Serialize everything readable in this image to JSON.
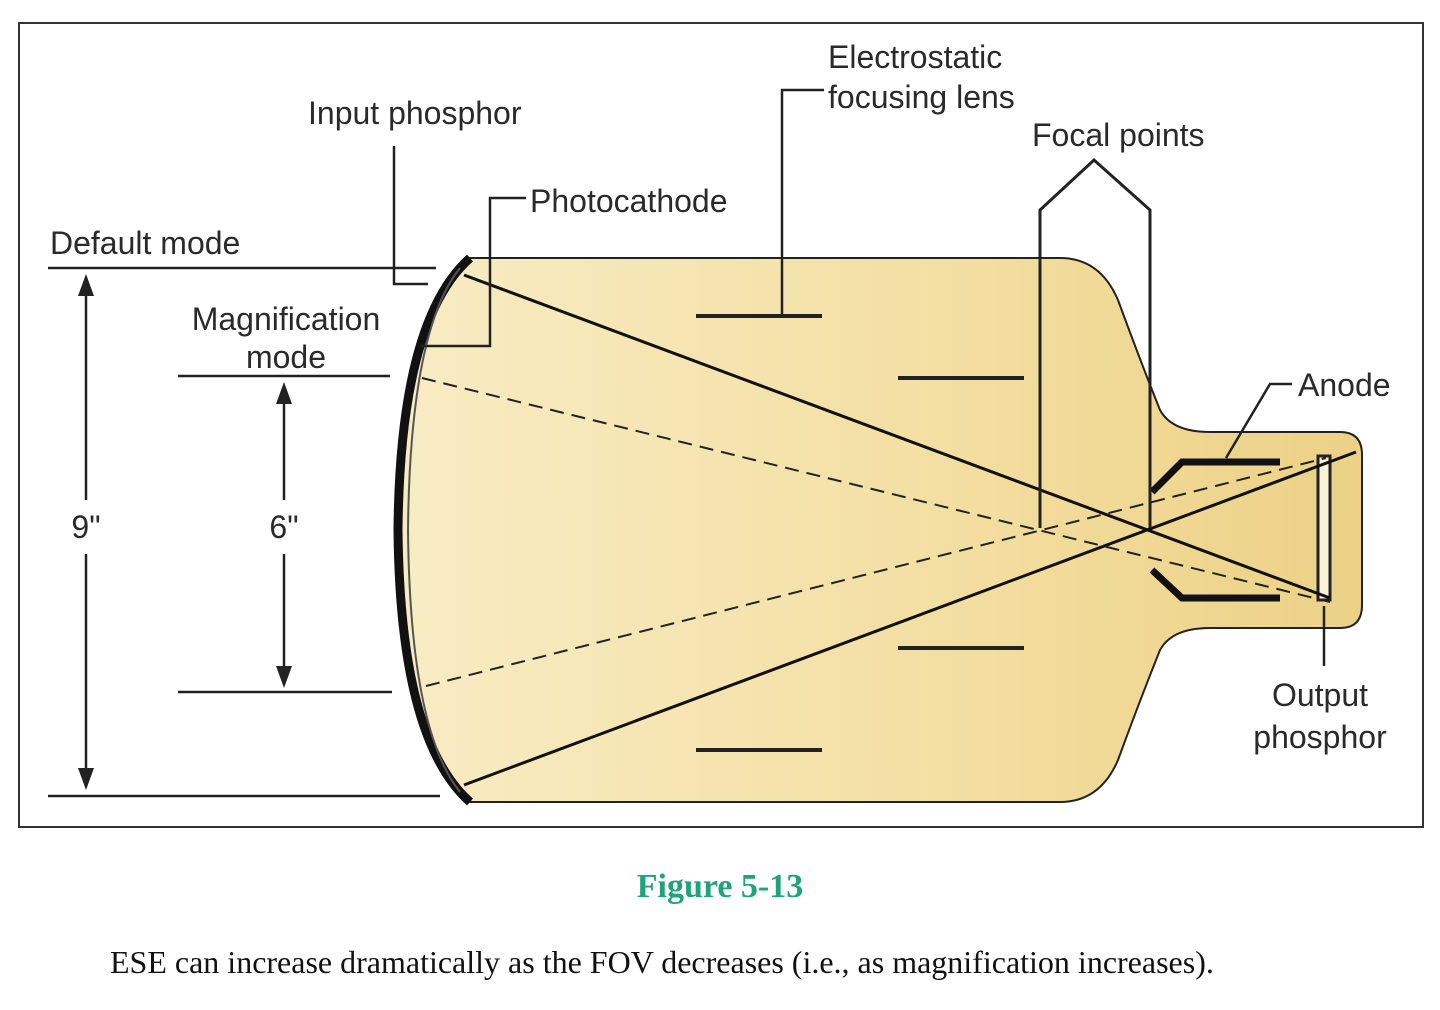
{
  "labels": {
    "electrostatic_line1": "Electrostatic",
    "electrostatic_line2": "focusing lens",
    "input_phosphor": "Input phosphor",
    "focal_points": "Focal points",
    "photocathode": "Photocathode",
    "default_mode": "Default mode",
    "magnification_line1": "Magnification",
    "magnification_line2": "mode",
    "anode": "Anode",
    "nine_inch": "9\"",
    "six_inch": "6\"",
    "output_line1": "Output",
    "output_line2": "phosphor"
  },
  "caption": {
    "title": "Figure 5-13",
    "text": "ESE can increase dramatically as the FOV decreases (i.e., as magnification increases)."
  },
  "colors": {
    "tube_fill_light": "#f6e6b4",
    "tube_fill_dark": "#e8cd84",
    "caption_title": "#1fa37a"
  }
}
